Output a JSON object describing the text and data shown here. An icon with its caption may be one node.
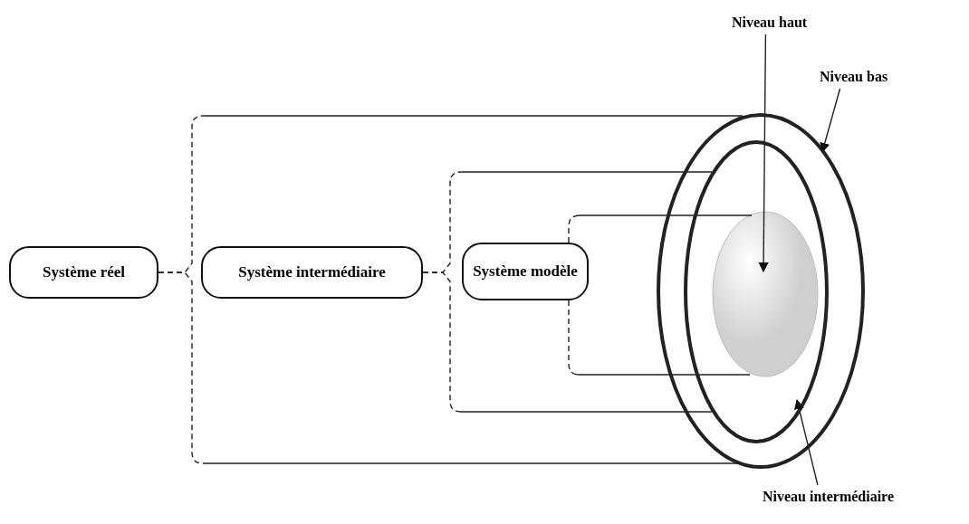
{
  "diagram": {
    "nodes": [
      {
        "text": [
          "Système réel"
        ]
      },
      {
        "text": [
          "Système intermédiaire"
        ]
      },
      {
        "text": [
          "Système modèle"
        ]
      },
      {
        "text": [],
        "shape": "circle"
      },
      {
        "text": [],
        "shape": "circle",
        "in": 3
      },
      {
        "text": [],
        "shape": "circle",
        "in": 4
      },
      {
        "text": [
          "Niveau haut"
        ]
      },
      {
        "text": [
          "Niveau bas"
        ]
      },
      {
        "text": [
          "Niveau intermédiaire"
        ]
      }
    ],
    "edges": [
      {
        "from": 0,
        "to": 3,
        "arrow": "none",
        "style": "dashed"
      },
      {
        "from": 0,
        "to": 3,
        "arrow": "none",
        "style": "dashed"
      },
      {
        "from": 1,
        "to": 4,
        "arrow": "none",
        "style": "dashed"
      },
      {
        "from": 1,
        "to": 4,
        "arrow": "none",
        "style": "dashed"
      },
      {
        "from": 2,
        "to": 5,
        "arrow": "none",
        "style": "dashed"
      },
      {
        "from": 2,
        "to": 5,
        "arrow": "none",
        "style": "dashed"
      },
      {
        "from": 6,
        "to": 5,
        "arrow": "to"
      },
      {
        "from": 7,
        "to": 3,
        "arrow": "to"
      },
      {
        "from": 8,
        "to": 4,
        "arrow": "to"
      }
    ]
  }
}
